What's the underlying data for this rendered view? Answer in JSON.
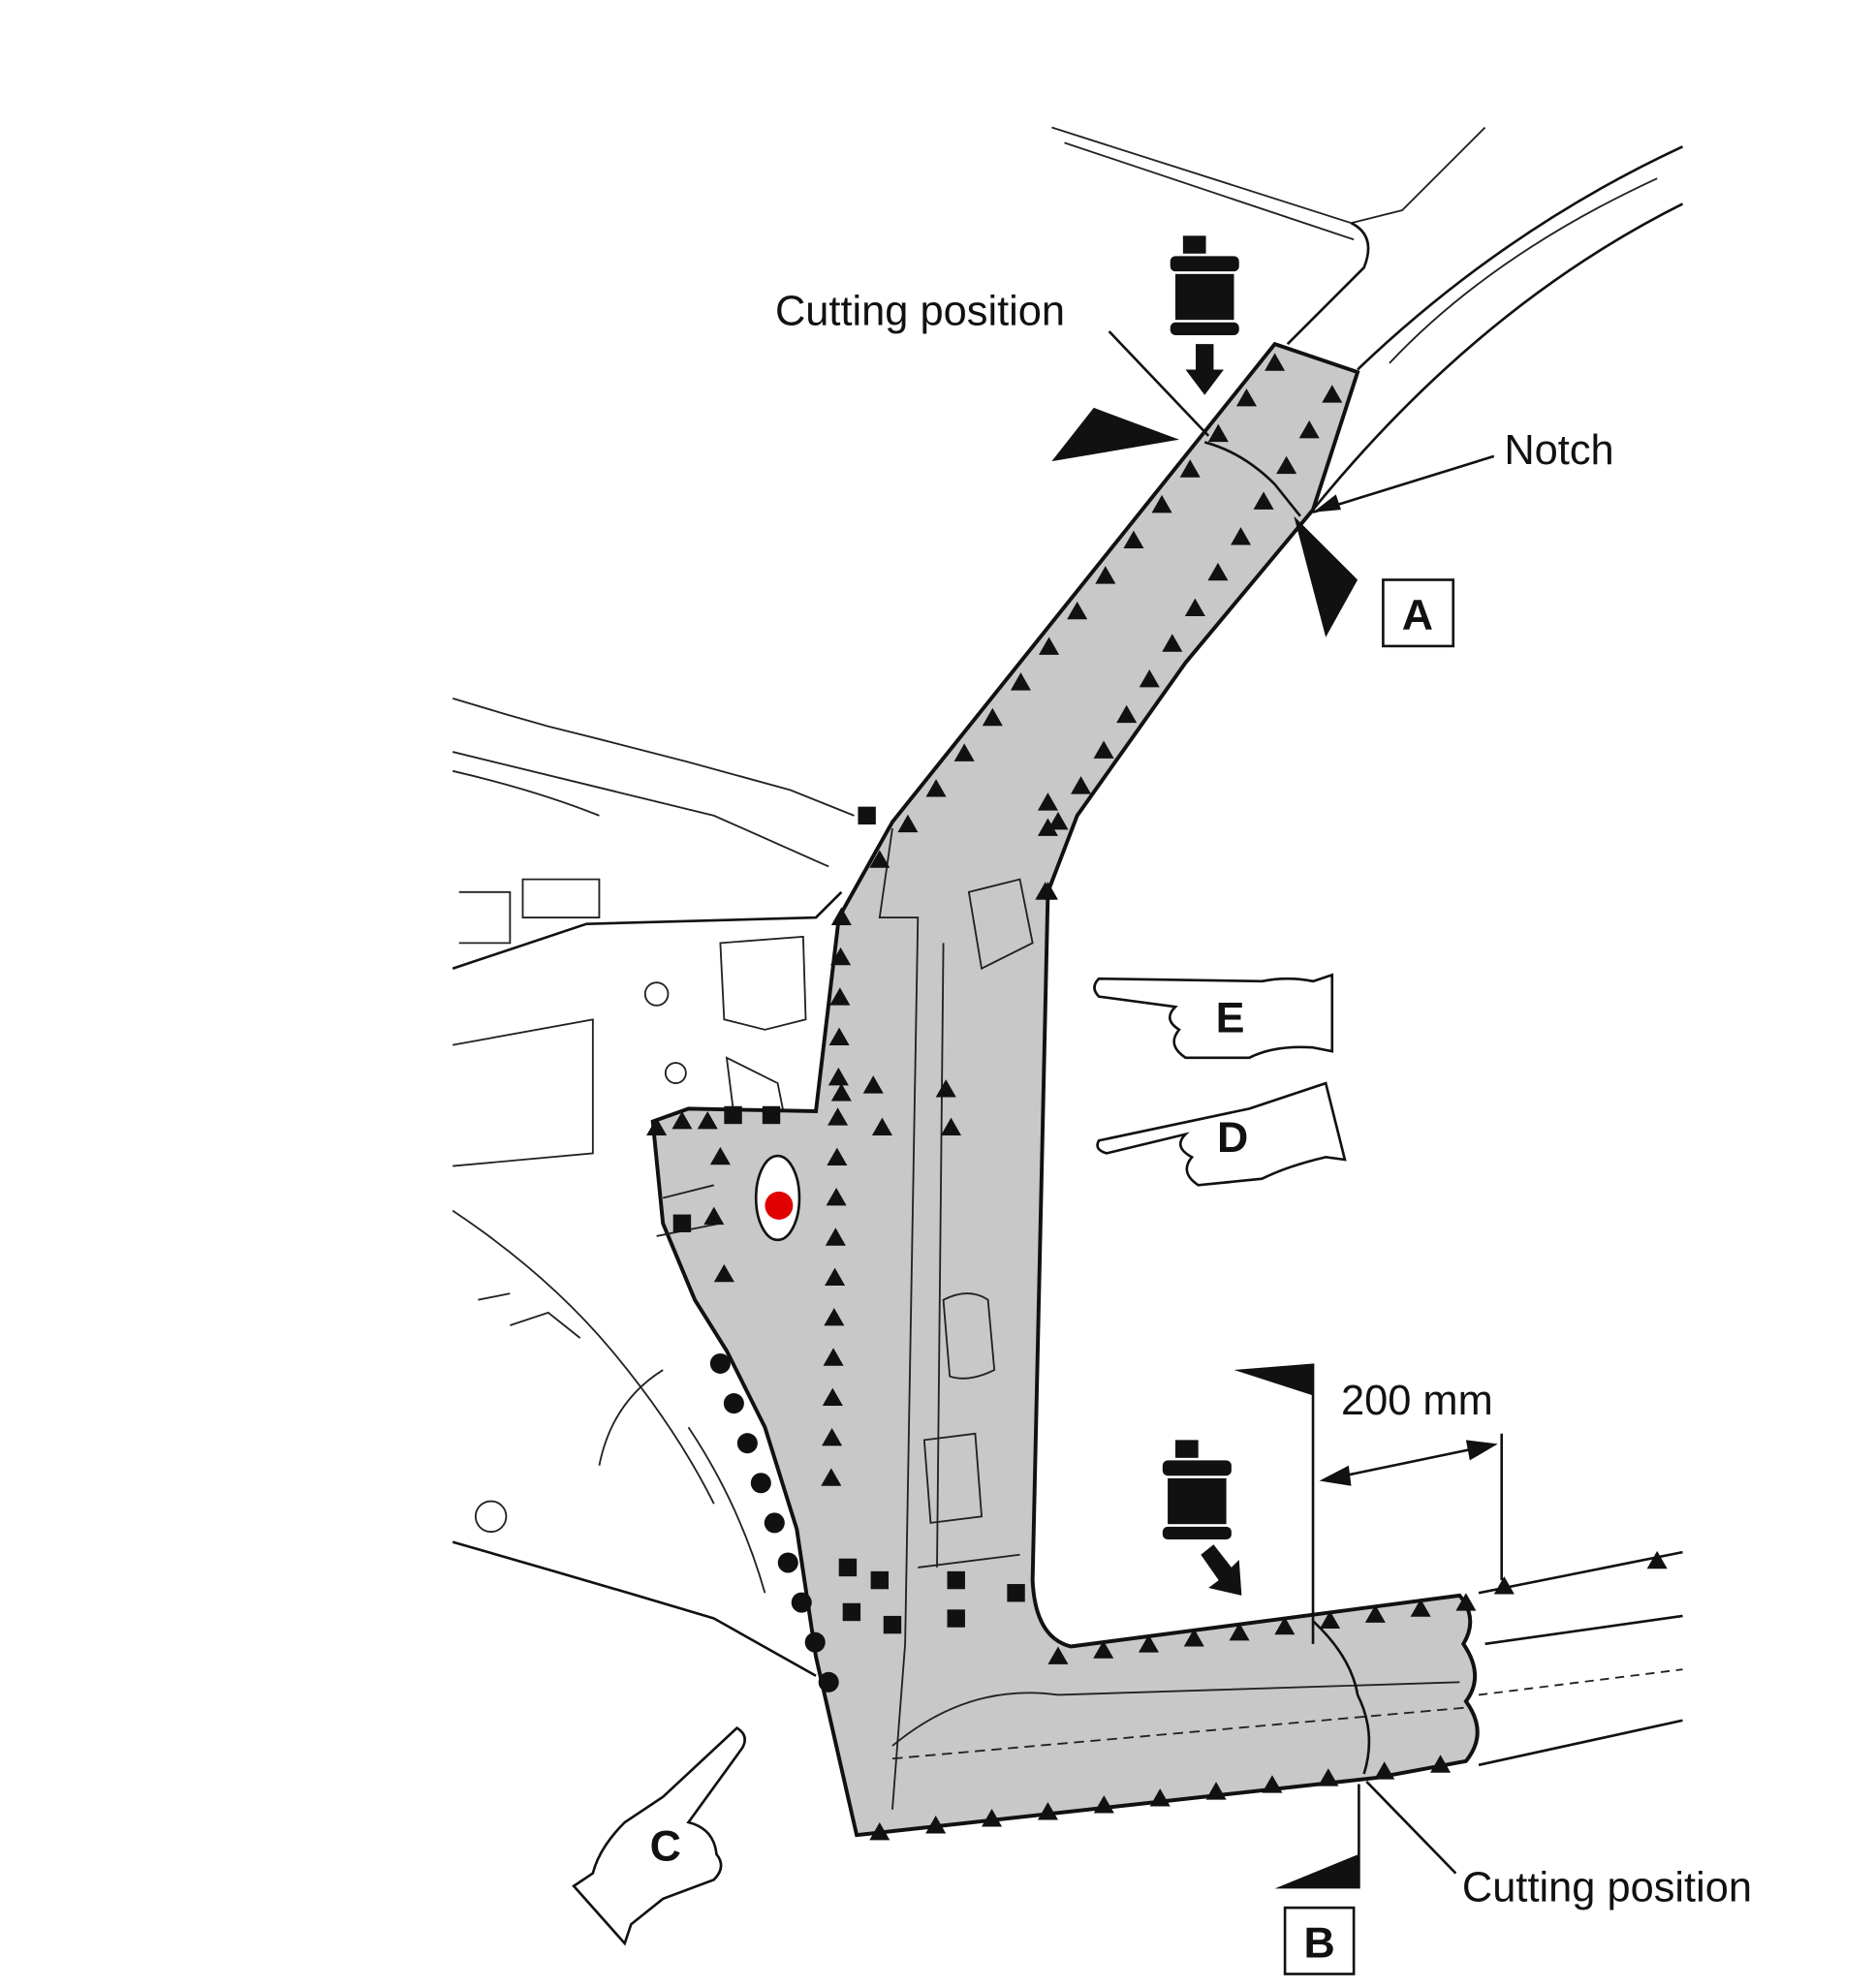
{
  "labels": {
    "cutting_position_top": "Cutting position",
    "notch": "Notch",
    "view_a": "A",
    "view_e": "E",
    "view_d": "D",
    "dimension": "200 mm",
    "view_c": "C",
    "cutting_position_bottom": "Cutting position",
    "view_b": "B"
  },
  "colors": {
    "replacement_area": "#c8c8c8",
    "marker": "#111111",
    "highlight_dot": "#e00000"
  }
}
